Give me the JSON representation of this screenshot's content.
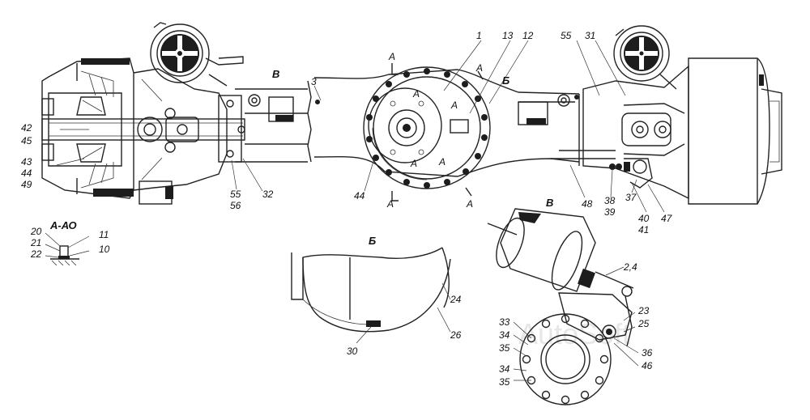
{
  "section_titles": {
    "aa": "А-АО",
    "b": "Б",
    "v": "В"
  },
  "watermark": "AutoSoft",
  "callouts": {
    "c1": "1",
    "c13": "13",
    "c12": "12",
    "c55t": "55",
    "c31": "31",
    "cB1": "В",
    "c3": "3",
    "cA1": "А",
    "cA2": "А",
    "cB2": "Б",
    "cA3": "А",
    "cA4": "А",
    "cA5": "А",
    "cA6": "А",
    "cA7": "А",
    "cA8": "А",
    "c42": "42",
    "c45": "45",
    "c43": "43",
    "c44": "44",
    "c49": "49",
    "c55": "55",
    "c56": "56",
    "c32": "32",
    "c44b": "44",
    "c48": "48",
    "c38": "38",
    "c39": "39",
    "c37": "37",
    "c40": "40",
    "c41": "41",
    "c47": "47",
    "c20": "20",
    "c21": "21",
    "c22": "22",
    "c11": "11",
    "c10": "10",
    "cB3": "В",
    "c24s": "2,4",
    "c24": "24",
    "c26": "26",
    "c30": "30",
    "c23": "23",
    "c25": "25",
    "c33": "33",
    "c34a": "34",
    "c35a": "35",
    "c34b": "34",
    "c35b": "35",
    "c36": "36",
    "c46": "46"
  }
}
